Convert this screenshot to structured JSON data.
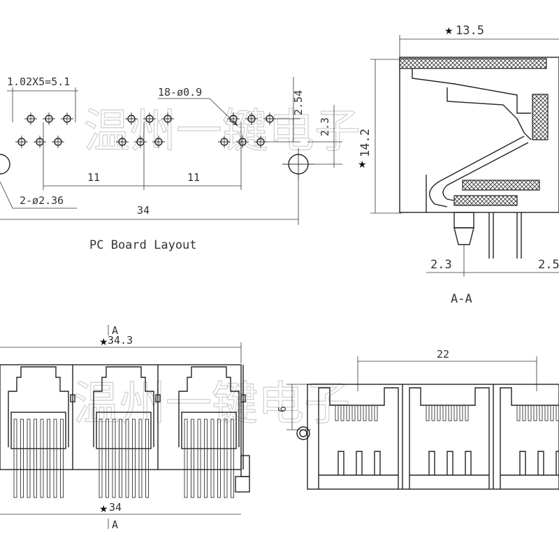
{
  "pcb_layout": {
    "title": "PC Board Layout",
    "pitch_label": "1.02X5=5.1",
    "pin_hole_label": "18-ø0.9",
    "mount_hole_label": "2-ø2.36",
    "spacing_1": "11",
    "spacing_2": "11",
    "overall_width": "34",
    "row_offset": "2.54",
    "to_mount_offset": "2.3"
  },
  "section_view": {
    "title": "A-A",
    "depth_label": "13.5",
    "height_label": "14.2",
    "pin_offset_left": "2.3",
    "pin_offset_right": "2.5"
  },
  "front_view": {
    "top_width": "34.3",
    "bottom_width": "34",
    "section_mark_top": "A",
    "section_mark_bottom": "A"
  },
  "bottom_view": {
    "width_label": "22",
    "height_label": "6"
  },
  "watermark": {
    "text": "温州一键电子"
  }
}
